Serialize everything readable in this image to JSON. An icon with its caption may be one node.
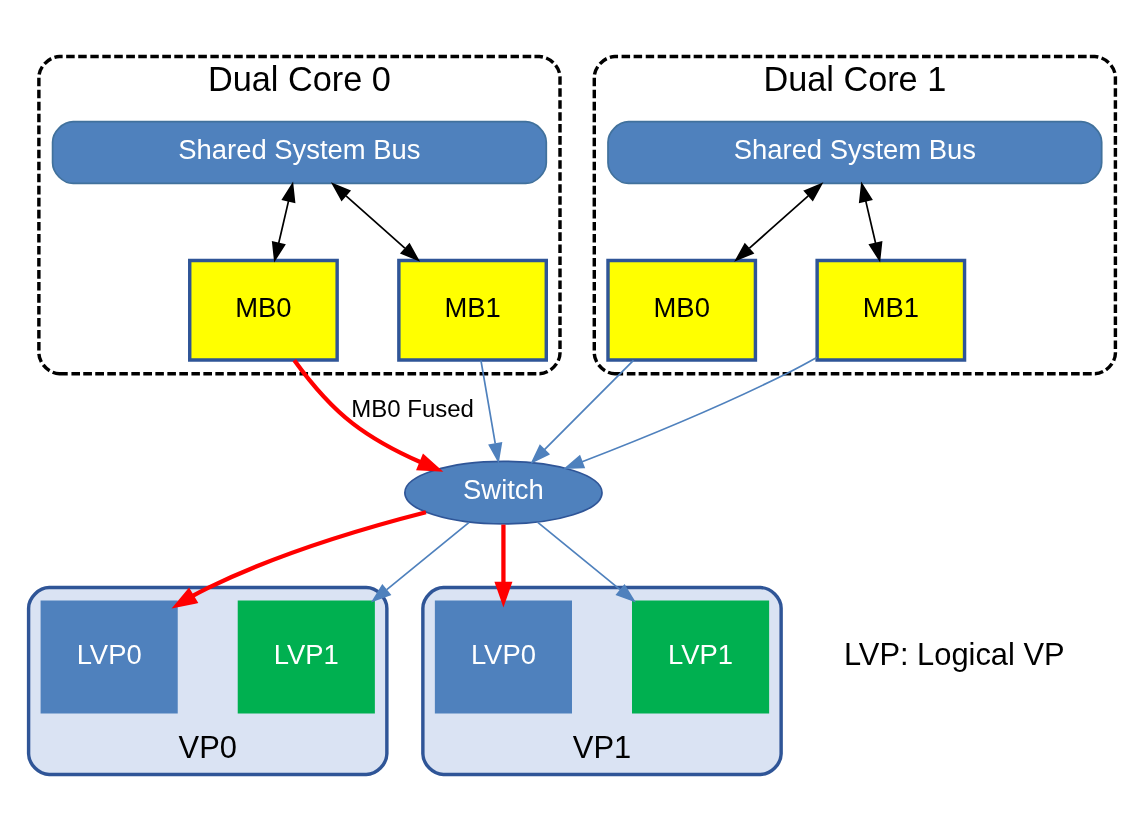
{
  "diagram": {
    "nodes": [
      {
        "text": [
          "Dual Core 0"
        ]
      },
      {
        "text": [
          "Shared System Bus"
        ],
        "in": 0
      },
      {
        "text": [
          "MB0"
        ],
        "in": 0
      },
      {
        "text": [
          "MB1"
        ],
        "in": 0
      },
      {
        "text": [
          "Dual Core 1"
        ]
      },
      {
        "text": [
          "Shared System Bus"
        ],
        "in": 4
      },
      {
        "text": [
          "MB0"
        ],
        "in": 4
      },
      {
        "text": [
          "MB1"
        ],
        "in": 4
      },
      {
        "text": [
          "Switch"
        ]
      },
      {
        "text": [
          "VP0"
        ]
      },
      {
        "text": [
          "LVP0"
        ],
        "in": 9
      },
      {
        "text": [
          "LVP1"
        ],
        "in": 9
      },
      {
        "text": [
          "VP1"
        ]
      },
      {
        "text": [
          "LVP0"
        ],
        "in": 12
      },
      {
        "text": [
          "LVP1"
        ],
        "in": 12
      }
    ],
    "edges": [
      {
        "from": 1,
        "to": 2,
        "arrow": "both",
        "color": "#000000"
      },
      {
        "from": 1,
        "to": 3,
        "arrow": "both",
        "color": "#000000"
      },
      {
        "from": 5,
        "to": 6,
        "arrow": "both",
        "color": "#000000"
      },
      {
        "from": 5,
        "to": 7,
        "arrow": "both",
        "color": "#000000"
      },
      {
        "from": 2,
        "to": 8,
        "arrow": "to",
        "label": "MB0 Fused",
        "color": "#ff0000",
        "style": "thick"
      },
      {
        "from": 3,
        "to": 8,
        "arrow": "to"
      },
      {
        "from": 6,
        "to": 8,
        "arrow": "to"
      },
      {
        "from": 7,
        "to": 8,
        "arrow": "to"
      },
      {
        "from": 8,
        "to": 10,
        "arrow": "to",
        "color": "#ff0000",
        "style": "thick"
      },
      {
        "from": 8,
        "to": 11,
        "arrow": "to"
      },
      {
        "from": 8,
        "to": 13,
        "arrow": "to",
        "color": "#ff0000",
        "style": "thick"
      },
      {
        "from": 8,
        "to": 14,
        "arrow": "to"
      }
    ],
    "labels": [
      "LVP: Logical VP"
    ]
  }
}
